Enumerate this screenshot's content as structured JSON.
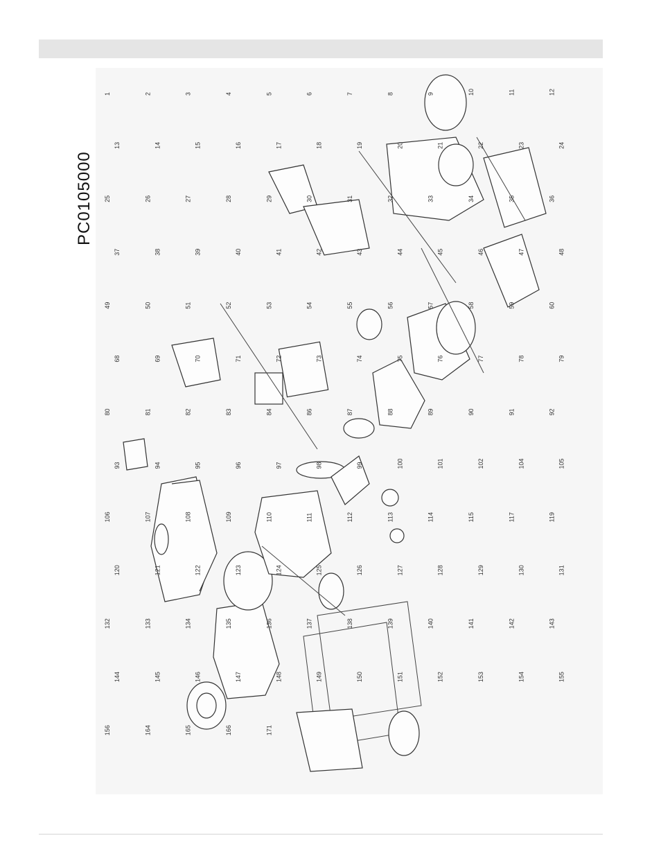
{
  "page": {
    "model_number": "PC0105000"
  },
  "diagram": {
    "part_numbers": [
      "1",
      "2",
      "3",
      "4",
      "5",
      "6",
      "7",
      "8",
      "9",
      "10",
      "11",
      "12",
      "13",
      "14",
      "15",
      "16",
      "17",
      "18",
      "19",
      "20",
      "21",
      "22",
      "23",
      "24",
      "25",
      "26",
      "27",
      "28",
      "29",
      "30",
      "31",
      "32",
      "33",
      "34",
      "35",
      "36",
      "37",
      "38",
      "39",
      "40",
      "41",
      "42",
      "43",
      "44",
      "45",
      "46",
      "47",
      "48",
      "49",
      "50",
      "51",
      "52",
      "53",
      "54",
      "55",
      "56",
      "57",
      "58",
      "59",
      "60",
      "68",
      "69",
      "70",
      "71",
      "72",
      "73",
      "74",
      "75",
      "76",
      "77",
      "78",
      "79",
      "80",
      "81",
      "82",
      "83",
      "84",
      "86",
      "87",
      "88",
      "89",
      "90",
      "91",
      "92",
      "93",
      "94",
      "95",
      "96",
      "97",
      "98",
      "99",
      "100",
      "101",
      "102",
      "104",
      "105",
      "106",
      "107",
      "108",
      "109",
      "110",
      "111",
      "112",
      "113",
      "114",
      "115",
      "117",
      "119",
      "120",
      "121",
      "122",
      "123",
      "124",
      "125",
      "126",
      "127",
      "128",
      "129",
      "130",
      "131",
      "132",
      "133",
      "134",
      "135",
      "136",
      "137",
      "138",
      "139",
      "140",
      "141",
      "142",
      "143",
      "144",
      "145",
      "146",
      "147",
      "148",
      "149",
      "150",
      "151",
      "152",
      "153",
      "154",
      "155",
      "156",
      "164",
      "165",
      "166",
      "171"
    ]
  }
}
